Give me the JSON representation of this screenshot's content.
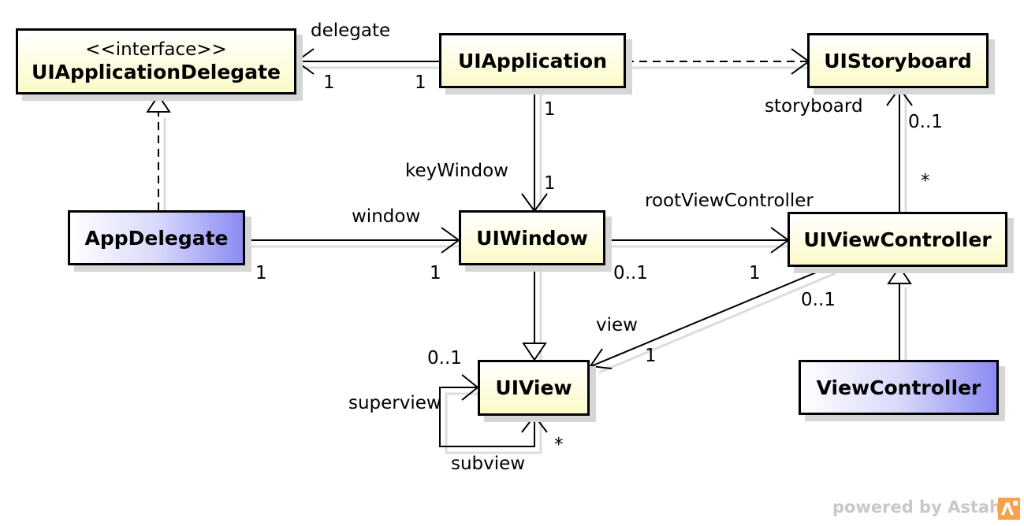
{
  "classes": {
    "ui_application_delegate": {
      "stereotype": "<<interface>>",
      "name": "UIApplicationDelegate"
    },
    "ui_application": {
      "name": "UIApplication"
    },
    "ui_storyboard": {
      "name": "UIStoryboard"
    },
    "app_delegate": {
      "name": "AppDelegate"
    },
    "ui_window": {
      "name": "UIWindow"
    },
    "ui_view_controller": {
      "name": "UIViewController"
    },
    "ui_view": {
      "name": "UIView"
    },
    "view_controller": {
      "name": "ViewController"
    }
  },
  "labels": {
    "delegate_role": "delegate",
    "delegate_mult_target": "1",
    "delegate_mult_source": "1",
    "storyboard_role": "storyboard",
    "storyboard_mult_target": "0..1",
    "storyboard_mult_source": "*",
    "keywindow_role": "keyWindow",
    "keywindow_mult_source": "1",
    "keywindow_mult_target": "1",
    "window_role": "window",
    "window_mult_source": "1",
    "window_mult_target": "1",
    "rootvc_role": "rootViewController",
    "rootvc_mult_source": "0..1",
    "rootvc_mult_target": "1",
    "view_role": "view",
    "view_mult_source": "0..1",
    "view_mult_target": "1",
    "superview_mult": "0..1",
    "superview_role": "superview",
    "subview_role": "subview",
    "subview_mult": "*"
  },
  "watermark": "powered by Astah",
  "colors": {
    "class_fill": "#fafac8",
    "concrete_fill": "#8b8bf2",
    "border": "#000000",
    "shadow": "#d6d6d6",
    "watermark": "#c8c8c8",
    "logo_accent": "#f5a24b"
  }
}
